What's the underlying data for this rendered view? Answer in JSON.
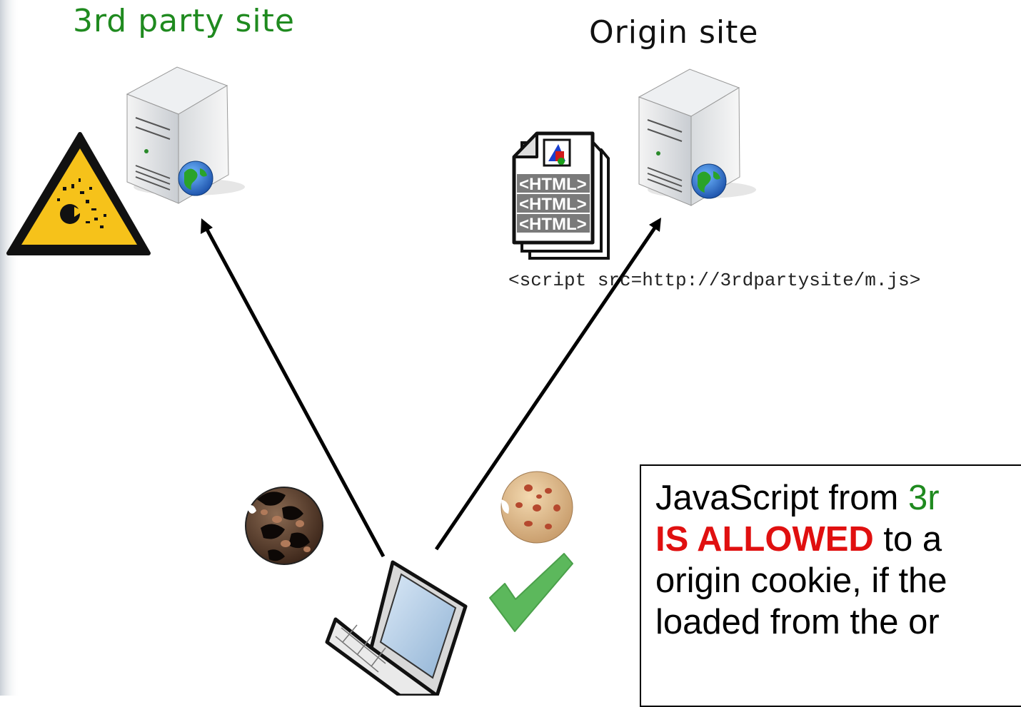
{
  "colors": {
    "third_party_green": "#1f8a1f",
    "allowed_red": "#e01010",
    "arrow": "#000000",
    "check_green": "#5cb85c"
  },
  "labels": {
    "third_party_site": "3rd party site",
    "origin_site": "Origin site",
    "script_tag": "<script src=http://3rdpartysite/m.js>"
  },
  "icons": {
    "third_party_server": "server-globe-icon",
    "origin_server": "server-globe-icon",
    "hazard": "explosion-warning-icon",
    "html_document": "html-document-icon",
    "burnt_cookie": "burnt-cookie-icon",
    "good_cookie": "cookie-icon",
    "checkmark": "checkmark-icon",
    "laptop": "laptop-icon"
  },
  "info_box": {
    "line1_prefix": "JavaScript from ",
    "line1_highlight": "3r",
    "line2_strong": "IS ALLOWED",
    "line2_rest": " to a",
    "line3": "origin cookie, if the",
    "line4": "loaded from the or"
  }
}
